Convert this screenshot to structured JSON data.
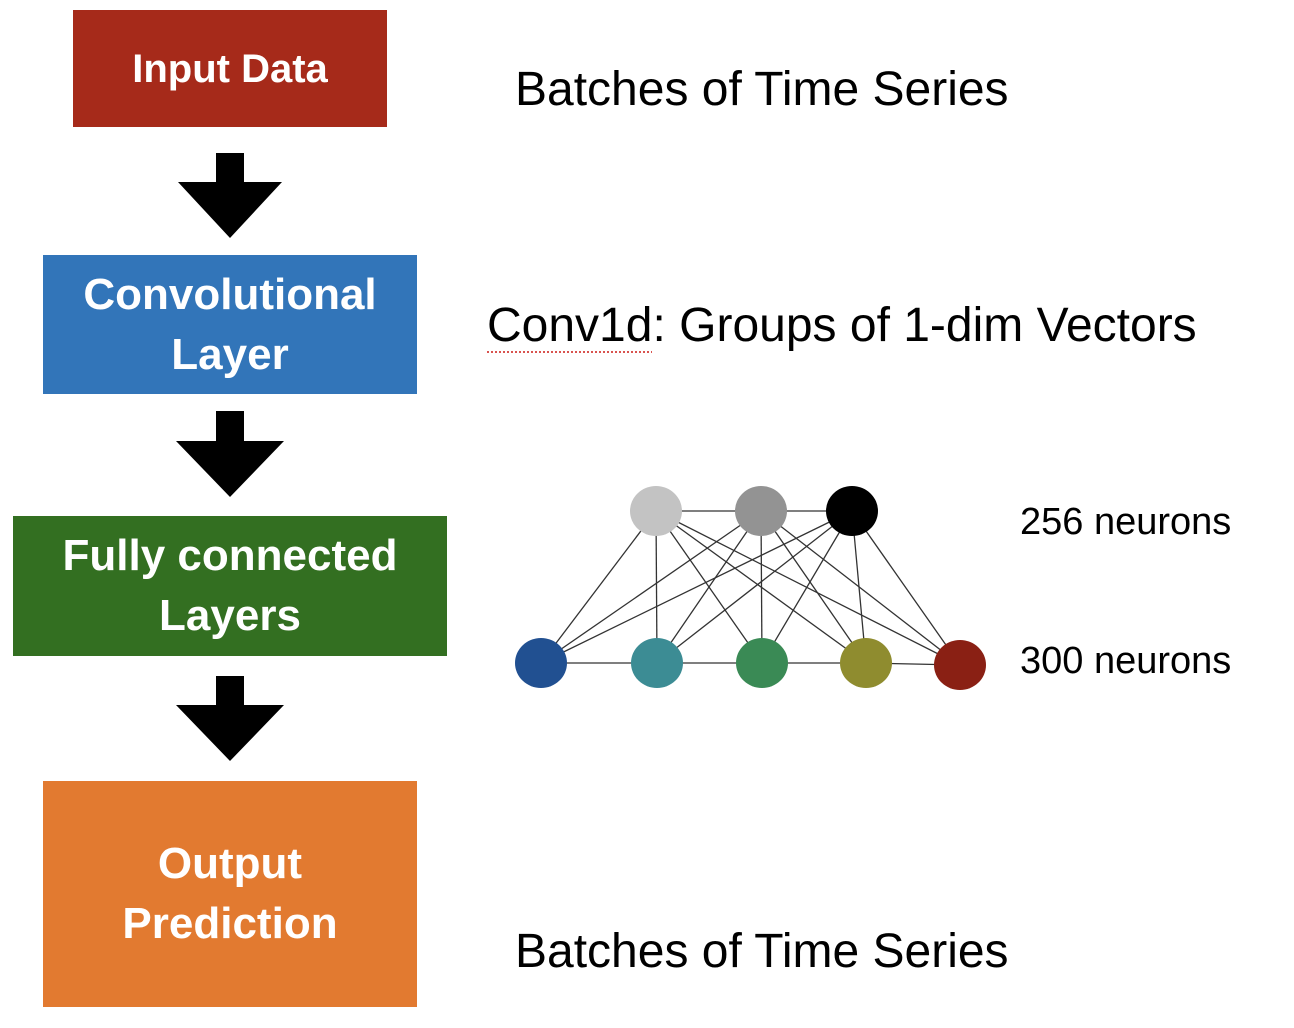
{
  "flow": {
    "input_box": {
      "label": "Input Data",
      "color": "#a62a1a"
    },
    "conv_box": {
      "label": "Convolutional\nLayer",
      "color": "#3275b9"
    },
    "fc_box": {
      "label": "Fully connected\nLayers",
      "color": "#336f21"
    },
    "output_box": {
      "label": "Output\nPrediction",
      "color": "#e27a30"
    }
  },
  "notes": {
    "input_note": "Batches of Time Series",
    "conv_note_prefix": "Conv1d",
    "conv_note_rest": ": Groups of 1-dim Vectors",
    "output_note": "Batches of Time Series"
  },
  "network": {
    "top_layer_label": "256 neurons",
    "bottom_layer_label": "300 neurons",
    "top_neuron_colors": [
      "#c3c3c3",
      "#939393",
      "#000000"
    ],
    "bottom_neuron_colors": [
      "#215091",
      "#3c8c94",
      "#3a8a55",
      "#8f8c2f",
      "#8a2014"
    ]
  }
}
